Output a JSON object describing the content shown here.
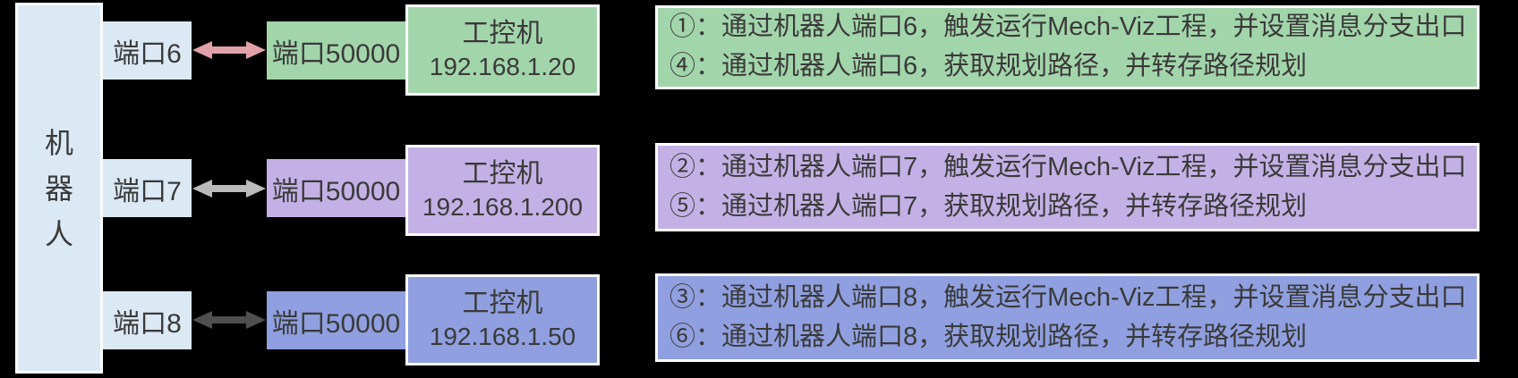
{
  "background": "#000000",
  "text_color": "#3a3a3a",
  "border_color": "#ffffff",
  "robot": {
    "label": "机器人",
    "chars": [
      "机",
      "器",
      "人"
    ],
    "fill": "#dbe9f5"
  },
  "port_box_fill": "#dbe9f5",
  "rows": [
    {
      "robot_port": "端口6",
      "pc_port": "端口50000",
      "pc_title": "工控机",
      "pc_ip": "192.168.1.20",
      "accent": "#a3d5ab",
      "arrow_color": "#e0a1a8",
      "notes": [
        "①：通过机器人端口6，触发运行Mech-Viz工程，并设置消息分支出口",
        "④：通过机器人端口6，获取规划路径，并转存路径规划"
      ]
    },
    {
      "robot_port": "端口7",
      "pc_port": "端口50000",
      "pc_title": "工控机",
      "pc_ip": "192.168.1.200",
      "accent": "#c3b1e5",
      "arrow_color": "#bbbbbb",
      "notes": [
        "②：通过机器人端口7，触发运行Mech-Viz工程，并设置消息分支出口",
        "⑤：通过机器人端口7，获取规划路径，并转存路径规划"
      ]
    },
    {
      "robot_port": "端口8",
      "pc_port": "端口50000",
      "pc_title": "工控机",
      "pc_ip": "192.168.1.50",
      "accent": "#8f9fdf",
      "arrow_color": "#4f4f4f",
      "notes": [
        "③：通过机器人端口8，触发运行Mech-Viz工程，并设置消息分支出口",
        "⑥：通过机器人端口8，获取规划路径，并转存路径规划"
      ]
    }
  ]
}
